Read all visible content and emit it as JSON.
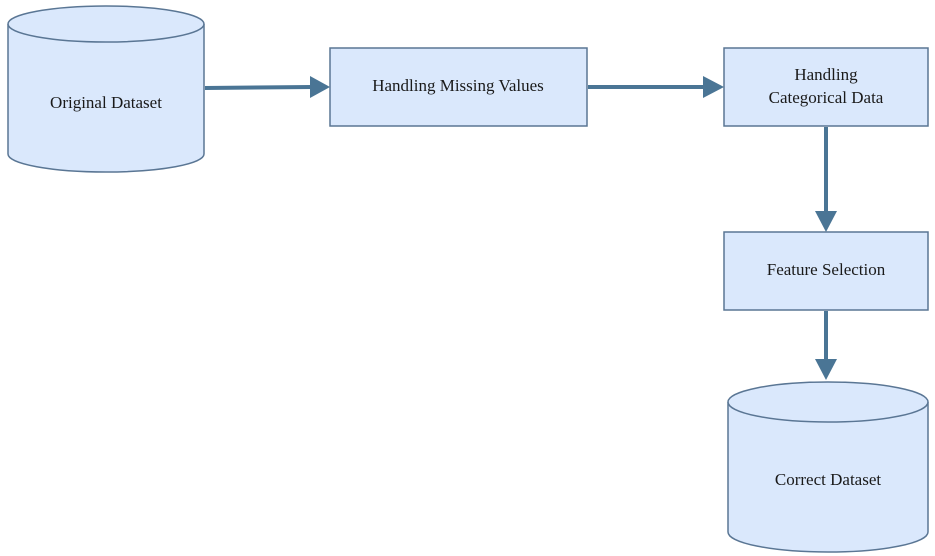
{
  "nodes": {
    "original_dataset": "Original Dataset",
    "handling_missing_values": "Handling Missing Values",
    "handling_categorical_line1": "Handling",
    "handling_categorical_line2": "Categorical Data",
    "feature_selection": "Feature Selection",
    "correct_dataset": "Correct Dataset"
  },
  "colors": {
    "node_fill": "#dae8fc",
    "node_stroke": "#5a7694",
    "arrow": "#4a7595"
  }
}
